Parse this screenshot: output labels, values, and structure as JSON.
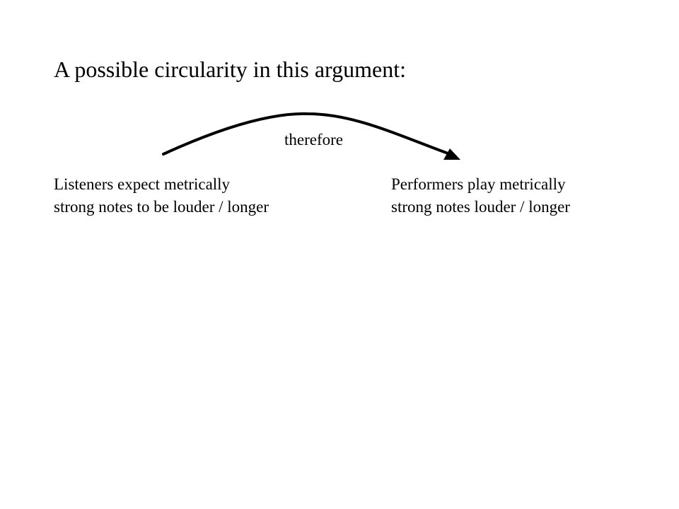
{
  "title": "A possible circularity in this argument:",
  "connector": {
    "label": "therefore"
  },
  "nodes": {
    "left": {
      "lines": [
        "Listeners expect metrically",
        "strong notes to be louder / longer"
      ]
    },
    "right": {
      "lines": [
        "Performers play metrically",
        "strong notes louder / longer"
      ]
    }
  },
  "colors": {
    "background": "#ffffff",
    "text": "#000000",
    "arrow": "#000000"
  }
}
